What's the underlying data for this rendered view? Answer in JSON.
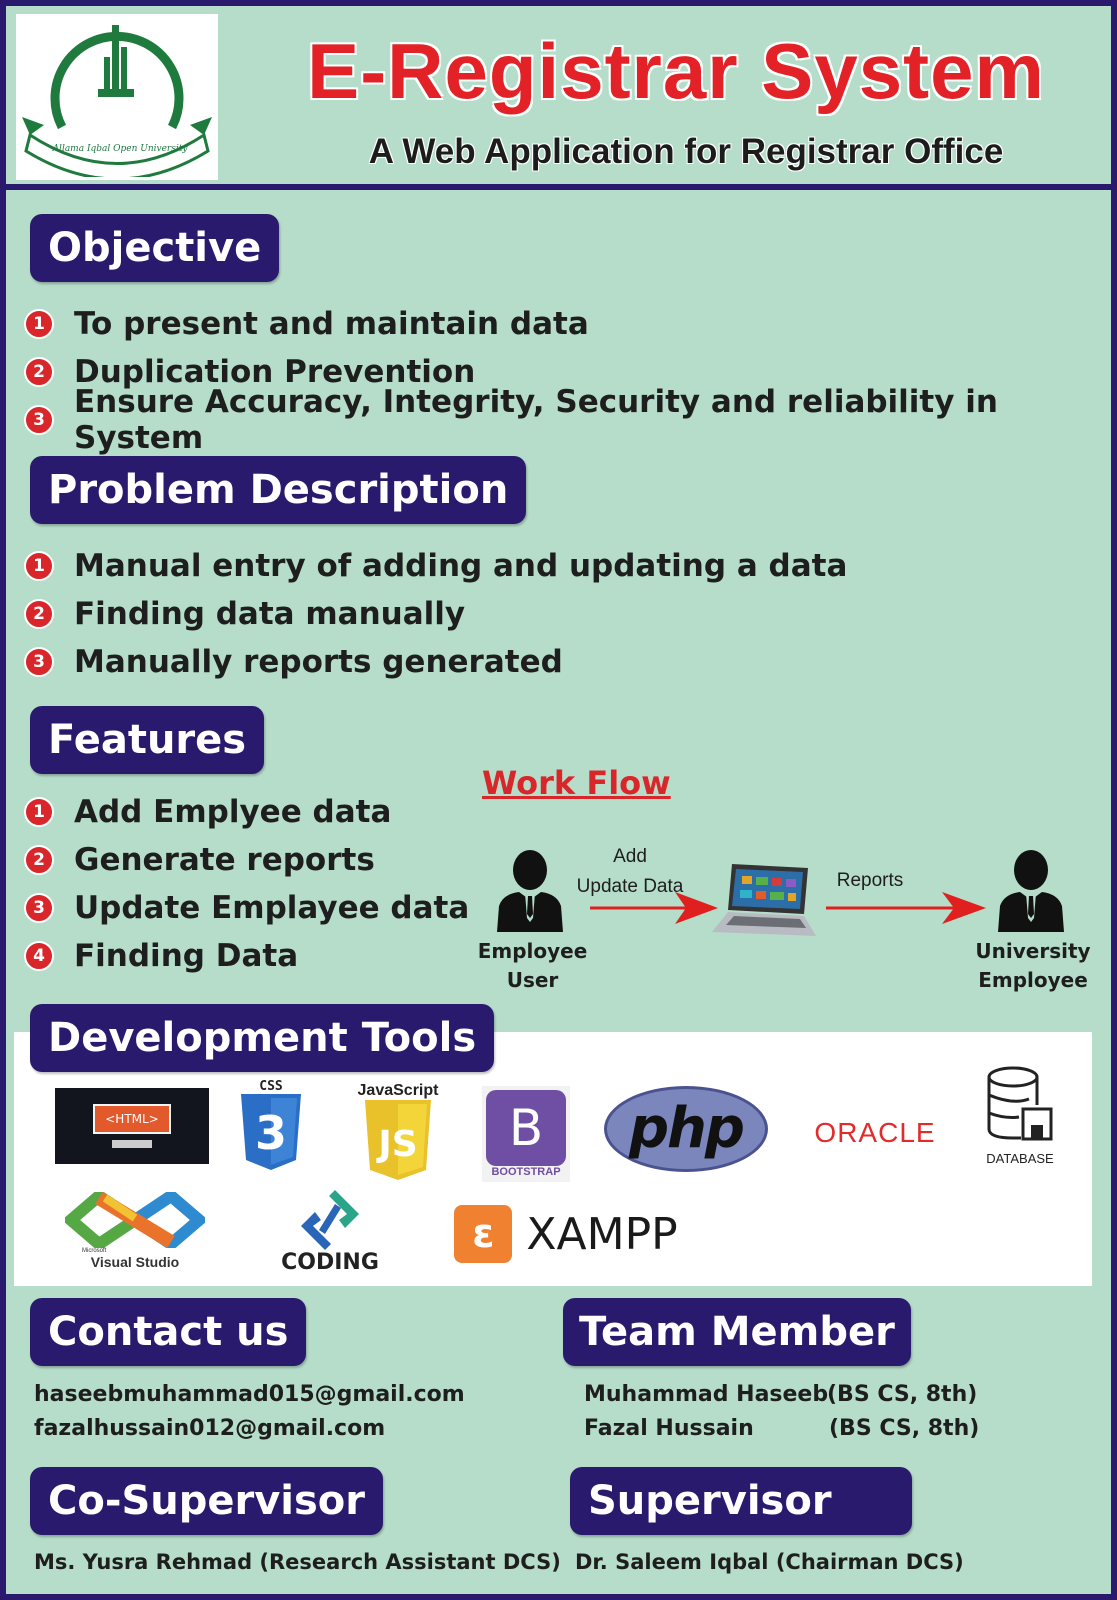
{
  "header": {
    "title": "E-Registrar System",
    "subtitle": "A Web Application for Registrar Office",
    "logo_text": "Allama Iqbal Open University"
  },
  "sections": {
    "objective": {
      "heading": "Objective",
      "items": [
        {
          "n": "1",
          "text": "To present and maintain data"
        },
        {
          "n": "2",
          "text": "Duplication Prevention"
        },
        {
          "n": "3",
          "text": "Ensure Accuracy, Integrity, Security and reliability in System"
        }
      ]
    },
    "problem": {
      "heading": "Problem Description",
      "items": [
        {
          "n": "1",
          "text": "Manual entry of adding and updating a data"
        },
        {
          "n": "2",
          "text": "Finding data manually"
        },
        {
          "n": "3",
          "text": "Manually reports generated"
        }
      ]
    },
    "features": {
      "heading": "Features",
      "items": [
        {
          "n": "1",
          "text": "Add Emplyee data"
        },
        {
          "n": "2",
          "text": "Generate reports"
        },
        {
          "n": "3",
          "text": "Update Emplayee data"
        },
        {
          "n": "4",
          "text": "Finding Data"
        }
      ]
    },
    "workflow": {
      "title": "Work Flow",
      "arrow1_label_line1": "Add",
      "arrow1_label_line2": "Update Data",
      "arrow2_label": "Reports",
      "actor1_line1": "Employee",
      "actor1_line2": "User",
      "actor2_line1": "University",
      "actor2_line2": "Employee",
      "arrow_color": "#e0201f"
    },
    "tools": {
      "heading": "Development Tools",
      "items": {
        "html": "<HTML>",
        "css": "CSS",
        "css_num": "3",
        "js": "JavaScript",
        "js_badge": "JS",
        "bootstrap_letter": "B",
        "bootstrap": "BOOTSTRAP",
        "php": "php",
        "oracle": "ORACLE",
        "database": "DATABASE",
        "vs_small": "Microsoft",
        "vs": "Visual Studio",
        "coding": "CODING",
        "xampp": "XAMPP"
      }
    },
    "contact": {
      "heading": "Contact us",
      "emails": [
        "haseebmuhammad015@gmail.com",
        "fazalhussain012@gmail.com"
      ]
    },
    "team": {
      "heading": "Team Member",
      "members": [
        {
          "name": "Muhammad Haseeb",
          "detail": "(BS CS, 8th)"
        },
        {
          "name": "Fazal Hussain",
          "detail": "(BS CS, 8th)"
        }
      ]
    },
    "cosupervisor": {
      "heading": "Co-Supervisor",
      "name": "Ms. Yusra Rehmad (Research Assistant DCS)"
    },
    "supervisor": {
      "heading": "Supervisor",
      "name": "Dr. Saleem Iqbal (Chairman DCS)"
    }
  },
  "colors": {
    "background": "#b5ddc9",
    "navy": "#2a1a6e",
    "red": "#e22226"
  }
}
